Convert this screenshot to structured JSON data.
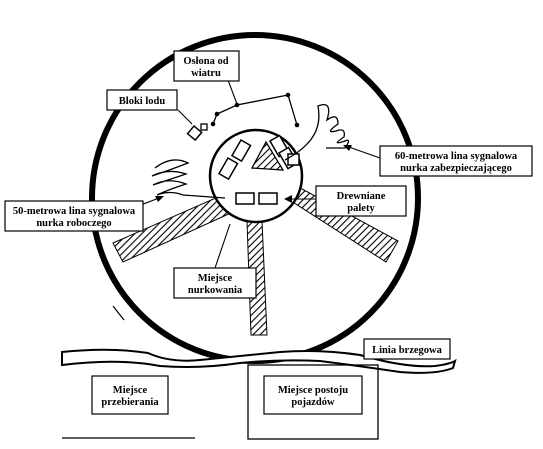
{
  "labels": {
    "oslona_line1": "Osłona od",
    "oslona_line2": "wiatru",
    "bloki_lodu": "Bloki lodu",
    "lina60_line1": "60-metrowa lina sygnalowa",
    "lina60_line2": "nurka zabezpieczającego",
    "lina50_line1": "50-metrowa lina sygnalowa",
    "lina50_line2": "nurka roboczego",
    "palety_line1": "Drewniane",
    "palety_line2": "palety",
    "nurkowania_line1": "Miejsce",
    "nurkowania_line2": "nurkowania",
    "brzeg": "Linia brzegowa",
    "przebierania_line1": "Miejsce",
    "przebierania_line2": "przebierania",
    "postoju_line1": "Miejsce postoju",
    "postoju_line2": "pojazdów"
  }
}
